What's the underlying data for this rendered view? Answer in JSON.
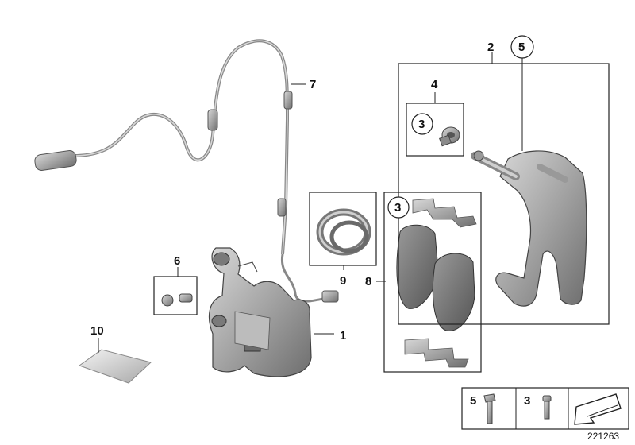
{
  "callouts": {
    "c1": "1",
    "c2": "2",
    "c3a": "3",
    "c3b": "3",
    "c4": "4",
    "c5": "5",
    "c6": "6",
    "c7": "7",
    "c8": "8",
    "c9": "9",
    "c10": "10"
  },
  "legend": {
    "item_a": "5",
    "item_b": "3"
  },
  "diagram_id": "221263"
}
